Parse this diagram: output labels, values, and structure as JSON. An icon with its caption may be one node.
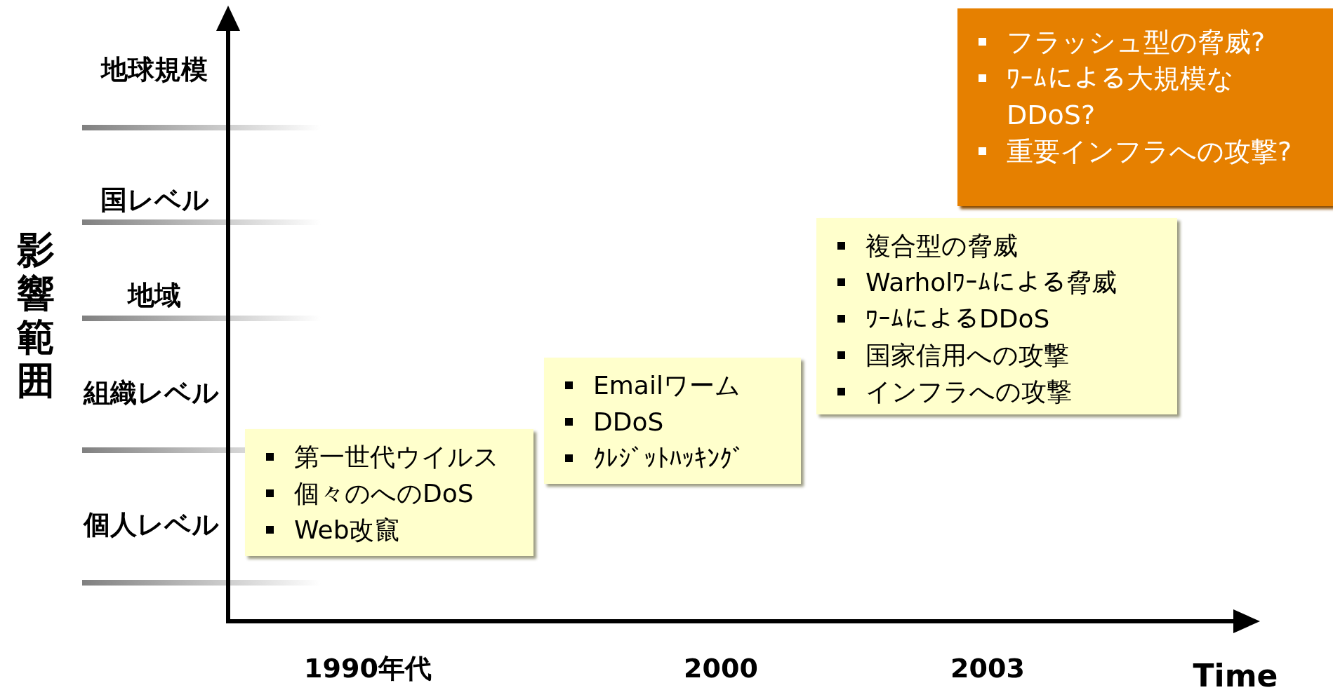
{
  "diagram": {
    "nodes": [
      {
        "text": [
          "第一世代ウイルス",
          "個々のへのDoS",
          "Web改竄"
        ]
      },
      {
        "text": [
          "Emailワーム",
          "DDoS",
          "ｸﾚｼﾞｯﾄﾊｯｷﾝｸﾞ"
        ]
      },
      {
        "text": [
          "複合型の脅威",
          "Warholﾜｰﾑによる脅威",
          "ﾜｰﾑによるDDoS",
          "国家信用への攻撃",
          "インフラへの攻撃"
        ]
      },
      {
        "text": [
          "フラッシュ型の脅威?",
          "ﾜｰﾑによる大規模な DDoS?",
          "重要インフラへの攻撃?"
        ]
      }
    ],
    "labels": [
      "地球規模",
      "国レベル",
      "影響範囲",
      "地域",
      "組織レベル",
      "個人レベル",
      "1990年代",
      "2000",
      "2003",
      "Time"
    ]
  }
}
